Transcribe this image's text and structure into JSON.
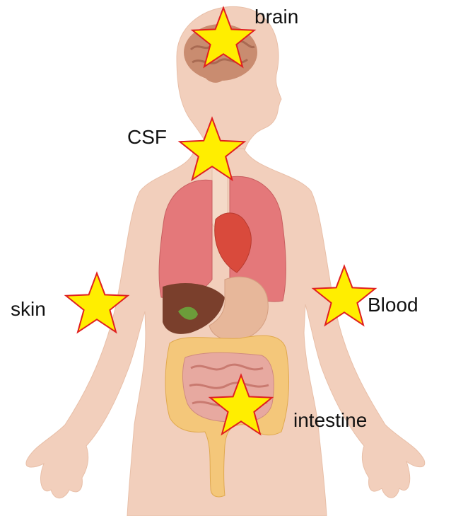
{
  "labels": {
    "brain": "brain",
    "csf": "CSF",
    "skin": "skin",
    "blood": "Blood",
    "intestine": "intestine"
  },
  "colors": {
    "skin_tone": "#f2cfbc",
    "skin_shadow": "#e8bfa8",
    "brain": "#c98c70",
    "lung": "#e4787a",
    "heart": "#d94a3c",
    "liver": "#7a3f2c",
    "stomach": "#e7b79a",
    "gallbladder": "#6c9c3a",
    "large_intestine": "#f4c77a",
    "small_intestine": "#e7a9a0",
    "trachea": "#f4dac8",
    "star_fill": "#ffee00",
    "star_stroke": "#e02020"
  },
  "markers": [
    {
      "name": "brain-star",
      "icon": "star-icon"
    },
    {
      "name": "csf-star",
      "icon": "star-icon"
    },
    {
      "name": "skin-star",
      "icon": "star-icon"
    },
    {
      "name": "blood-star",
      "icon": "star-icon"
    },
    {
      "name": "intestine-star",
      "icon": "star-icon"
    }
  ]
}
